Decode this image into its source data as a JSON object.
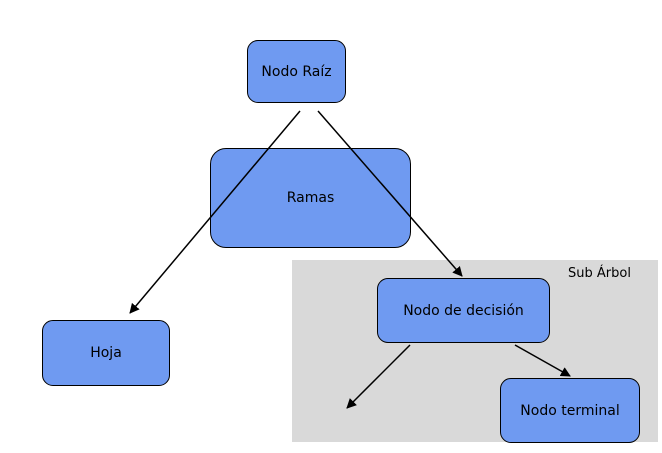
{
  "diagram": {
    "subtree": {
      "label": "Sub Árbol"
    },
    "nodes": {
      "root": "Nodo Raíz",
      "branches": "Ramas",
      "decision": "Nodo de decisión",
      "leaf": "Hoja",
      "terminal": "Nodo terminal"
    },
    "colors": {
      "node_fill": "#6f9af1",
      "subtree_fill": "#d9d9d9",
      "stroke": "#000000"
    }
  }
}
